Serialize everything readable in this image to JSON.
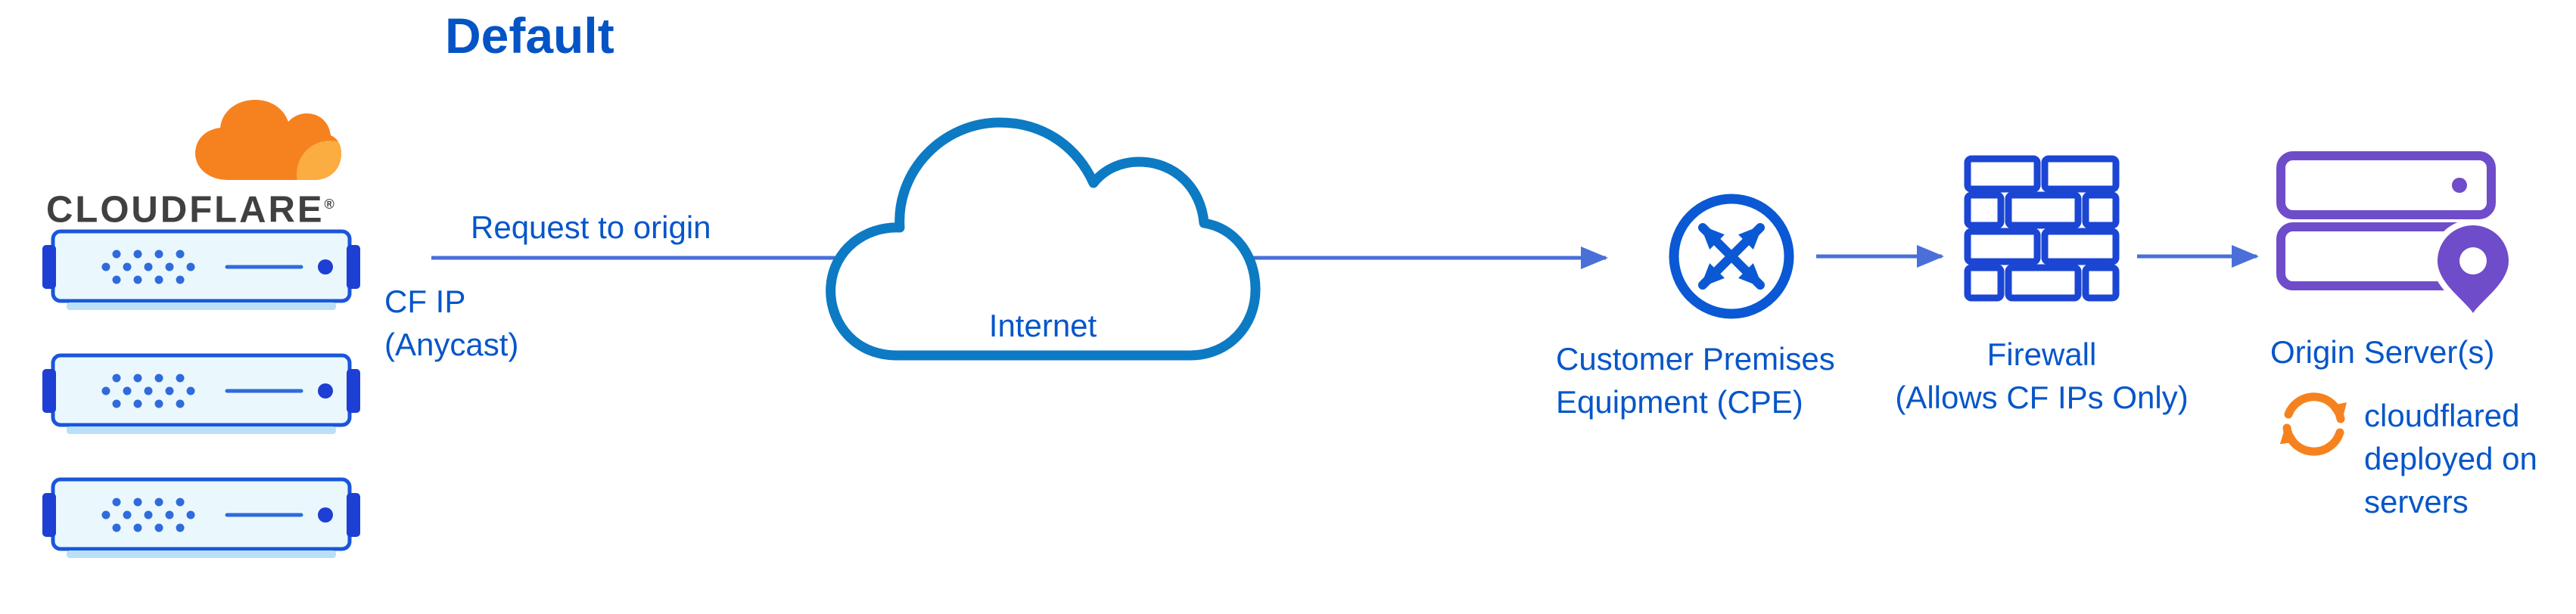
{
  "title": "Default",
  "logo": {
    "wordmark": "CLOUDFLARE",
    "trademark": "®"
  },
  "flow": {
    "request_label": "Request to origin",
    "cf_ip_lines": [
      "CF IP",
      "(Anycast)"
    ],
    "internet_label": "Internet",
    "cpe_lines": [
      "Customer Premises",
      "Equipment (CPE)"
    ],
    "firewall_lines": [
      "Firewall",
      "(Allows CF IPs Only)"
    ],
    "origin_label": "Origin Server(s)",
    "cloudflared_lines": [
      "cloudflared",
      "deployed on",
      "servers"
    ]
  },
  "icons": {
    "cloudflare_logo": "cloudflare-orange-cloud",
    "edge_servers": "server-rack-x3",
    "internet": "cloud-outline",
    "cpe": "router-circle-crossed-arrows",
    "firewall": "brick-wall",
    "origin": "stacked-servers-with-location-pin",
    "cloudflared": "sync-circular-arrows"
  },
  "colors": {
    "label_blue": "#0656c9",
    "arrow_blue": "#4a6fd9",
    "internet_cloud_blue": "#0d7ac4",
    "icon_blue": "#0a58d4",
    "brick_blue": "#1b46d4",
    "server_fill": "#eaf8fe",
    "server_stroke": "#1a56db",
    "server_tab": "#1d3fd4",
    "purple": "#6f4cc9",
    "orange": "#f6821f",
    "orange_light": "#fbad41",
    "wordmark_dark": "#404041"
  }
}
